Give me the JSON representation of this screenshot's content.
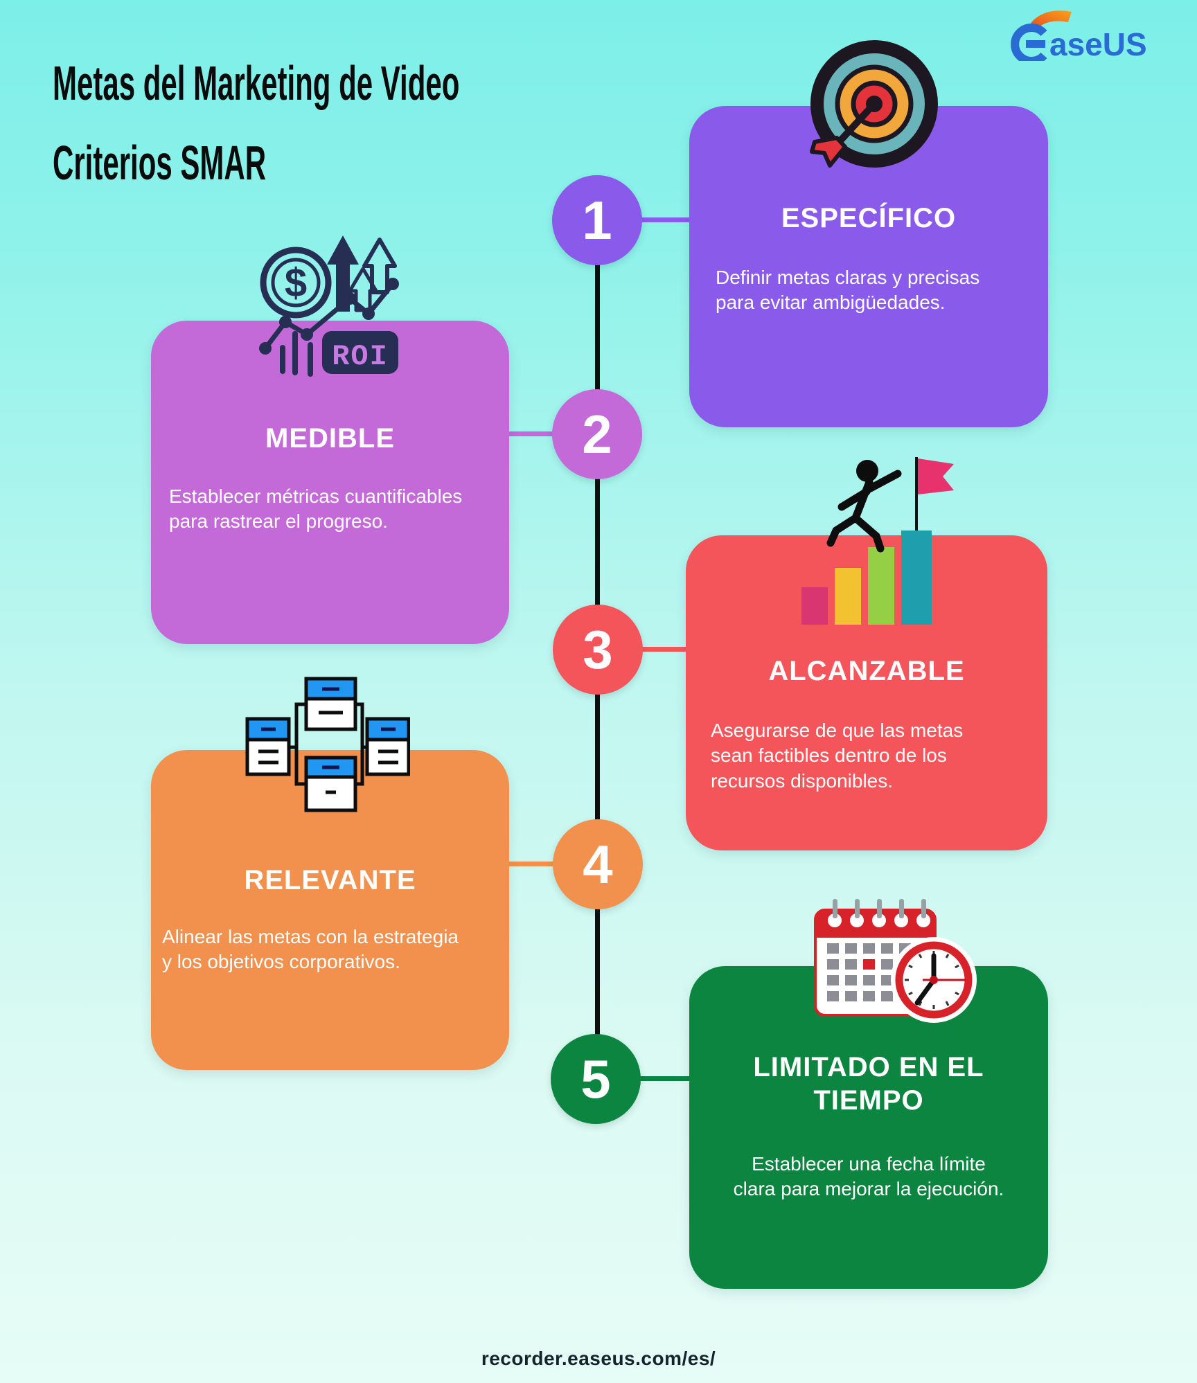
{
  "page": {
    "title_line1": "Metas del Marketing de Video",
    "title_line2": "Criterios SMAR",
    "footer_url": "recorder.easeus.com/es/",
    "background_top_color": "#7cefe8",
    "background_bottom_color": "#e6fcf6",
    "timeline_line_color": "#0e0e0e"
  },
  "logo": {
    "text": "aseUS",
    "icon": "easeus-logo-e-icon",
    "blue": "#2a6ad3",
    "orange_gradient": [
      "#e8481f",
      "#f8a11b"
    ]
  },
  "icons": {
    "dollar_symbol": "$",
    "roi_badge_label": "ROI"
  },
  "steps": [
    {
      "number": "1",
      "title": "ESPECÍFICO",
      "description": "Definir metas claras y precisas\npara evitar ambigüedades.",
      "color": "#8a5bea",
      "side": "right",
      "icon": "target-dartboard-icon"
    },
    {
      "number": "2",
      "title": "MEDIBLE",
      "description": "Establecer métricas cuantificables\npara rastrear el progreso.",
      "color": "#c369d8",
      "side": "left",
      "icon": "roi-growth-icon"
    },
    {
      "number": "3",
      "title": "ALCANZABLE",
      "description": "Asegurarse de que las metas\nsean factibles dentro de los\nrecursos disponibles.",
      "color": "#f4555b",
      "side": "right",
      "icon": "bar-chart-climb-flag-icon"
    },
    {
      "number": "4",
      "title": "RELEVANTE",
      "description": "Alinear las metas con la estrategia\ny los objetivos corporativos.",
      "color": "#f2914d",
      "side": "left",
      "icon": "network-servers-icon"
    },
    {
      "number": "5",
      "title": "LIMITADO EN EL TIEMPO",
      "description": "Establecer una fecha límite\nclara para mejorar la ejecución.",
      "color": "#0c8540",
      "side": "right",
      "icon": "calendar-clock-icon"
    }
  ]
}
